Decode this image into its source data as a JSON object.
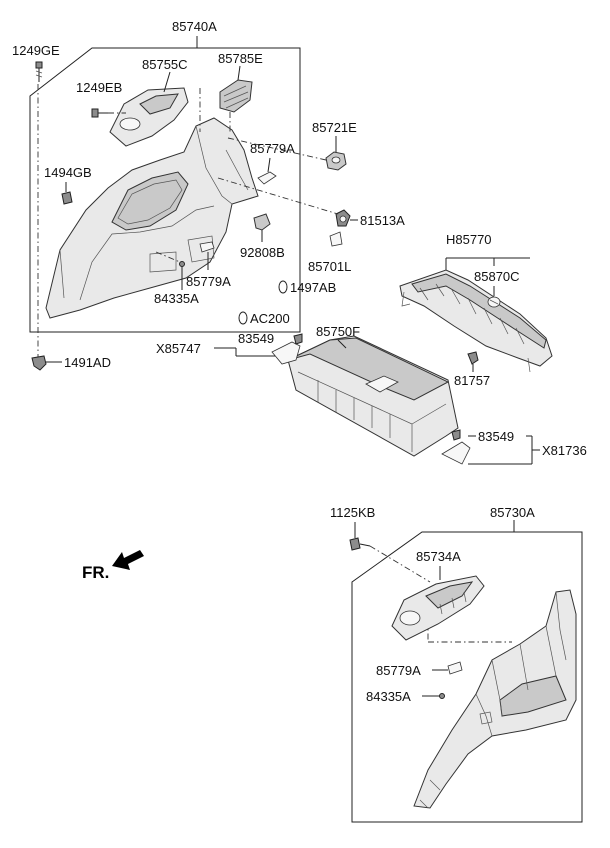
{
  "front_indicator": "FR.",
  "labels": {
    "p85740A": "85740A",
    "p1249GE": "1249GE",
    "p85755C": "85755C",
    "p85785E": "85785E",
    "p1249EB": "1249EB",
    "p85721E": "85721E",
    "p85779A_upper": "85779A",
    "p1494GB": "1494GB",
    "p81513A": "81513A",
    "p92808B": "92808B",
    "p85701L": "85701L",
    "p85779A_lower": "85779A",
    "p84335A_upper": "84335A",
    "p1497AB": "1497AB",
    "pH85770": "H85770",
    "p85870C": "85870C",
    "pAC200": "AC200",
    "p85750F": "85750F",
    "pX85747": "X85747",
    "p83549_left": "83549",
    "p1491AD": "1491AD",
    "p81757": "81757",
    "p83549_right": "83549",
    "pX81736": "X81736",
    "p1125KB": "1125KB",
    "p85730A": "85730A",
    "p85734A": "85734A",
    "p85779A_rear": "85779A",
    "p84335A_rear": "84335A"
  }
}
